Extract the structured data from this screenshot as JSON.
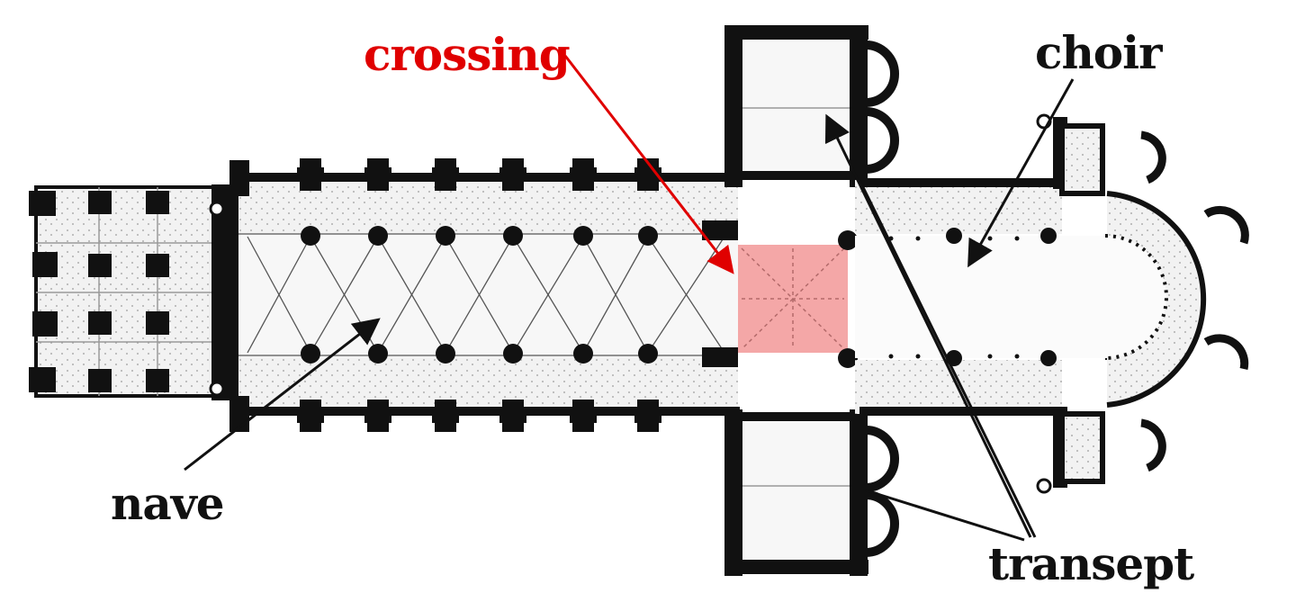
{
  "labels": {
    "crossing": "crossing",
    "choir": "choir",
    "nave": "nave",
    "transept": "transept"
  },
  "colors": {
    "wall": "#111111",
    "floor": "#eeeeee",
    "crossing_fill": "#f4a7a7",
    "crossing_label": "#e00000",
    "arrow_red": "#e00000",
    "arrow_black": "#111111",
    "vault_line": "#444444"
  }
}
